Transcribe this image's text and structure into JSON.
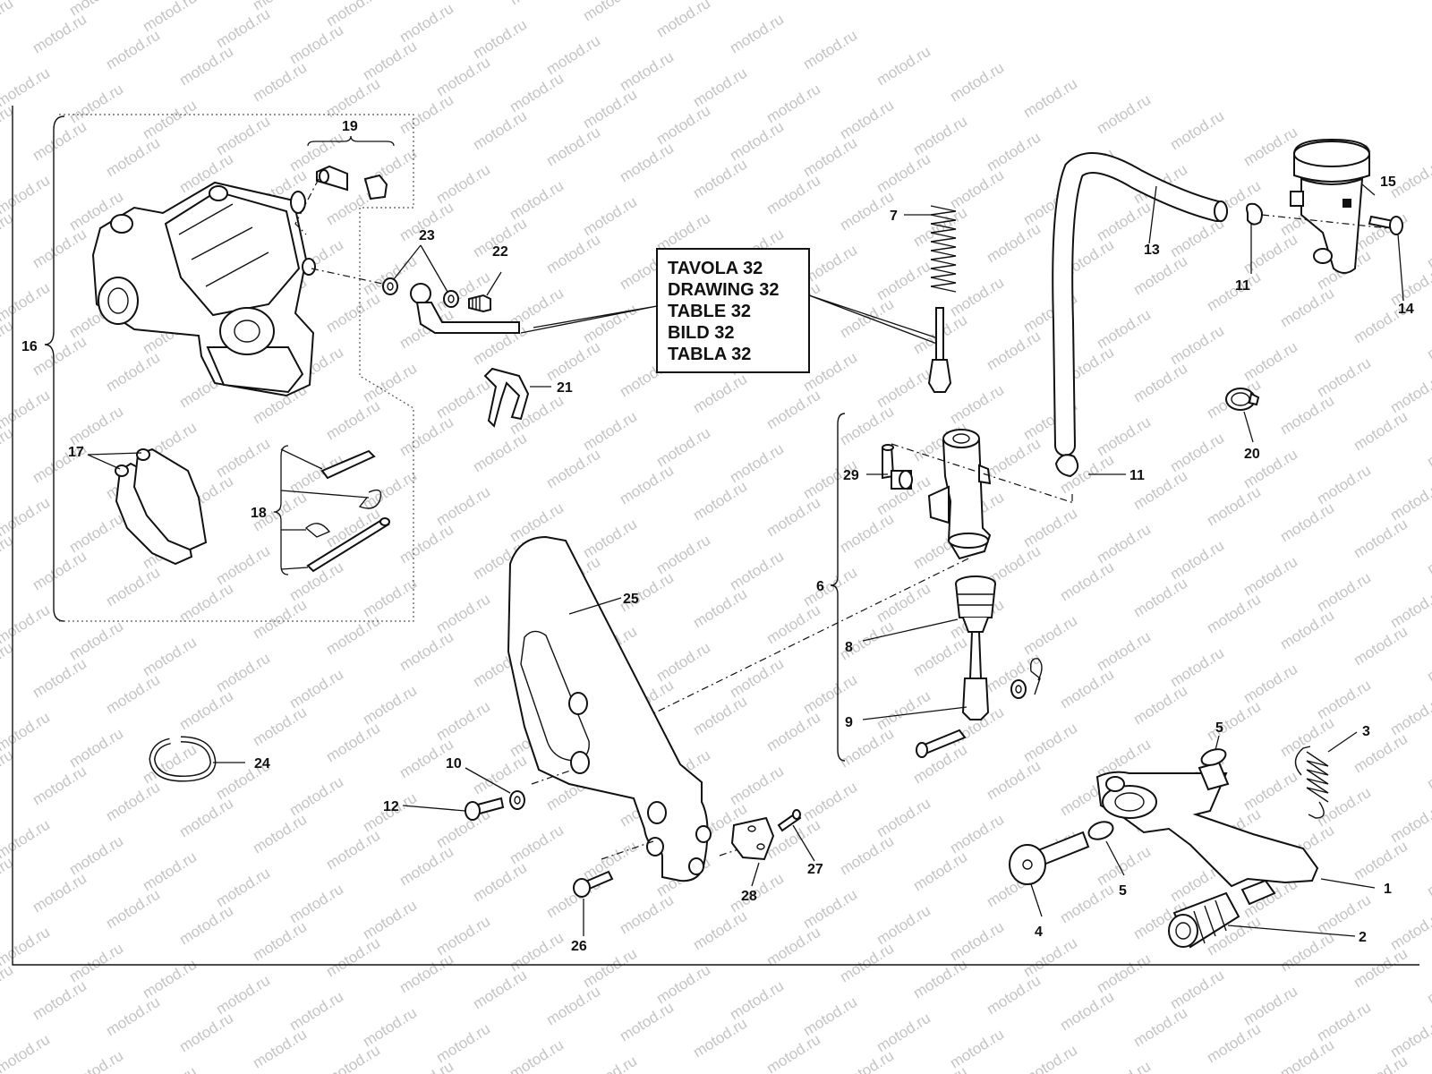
{
  "watermark": "motod.ru",
  "reference_box": {
    "lines": [
      "TAVOLA 32",
      "DRAWING 32",
      "TABLE 32",
      "BILD 32",
      "TABLA 32"
    ]
  },
  "callouts": {
    "c1": "1",
    "c2": "2",
    "c3": "3",
    "c4": "4",
    "c5a": "5",
    "c5b": "5",
    "c6": "6",
    "c7": "7",
    "c8": "8",
    "c9": "9",
    "c10": "10",
    "c11a": "11",
    "c11b": "11",
    "c12": "12",
    "c13": "13",
    "c14": "14",
    "c15": "15",
    "c16": "16",
    "c17": "17",
    "c18": "18",
    "c19": "19",
    "c20": "20",
    "c21": "21",
    "c22": "22",
    "c23": "23",
    "c24": "24",
    "c25": "25",
    "c26": "26",
    "c27": "27",
    "c28": "28",
    "c29": "29"
  },
  "colors": {
    "line": "#111111",
    "watermark": "#c4c4c4",
    "background": "#ffffff"
  }
}
